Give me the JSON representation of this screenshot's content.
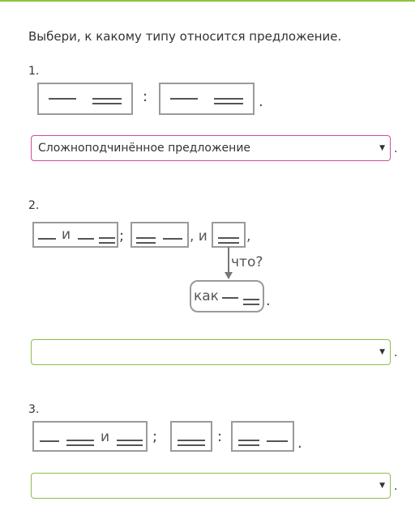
{
  "task": {
    "prompt": "Выбери, к какому типу относится предложение."
  },
  "items": [
    {
      "number": "1.",
      "selected_value": "Сложноподчинённое предложение",
      "period": ".",
      "colon": ":",
      "end_period": "."
    },
    {
      "number": "2.",
      "selected_value": "",
      "conj_i": "и",
      "semicolon": ";",
      "comma_i": ", и",
      "comma": ",",
      "question": "что?",
      "kak": "как",
      "end_period": ".",
      "period": "."
    },
    {
      "number": "3.",
      "selected_value": "",
      "conj_i": "и",
      "semicolon": ";",
      "colon": ":",
      "end_period": ".",
      "period": "."
    }
  ],
  "icons": {
    "dropdown": "chevron-down-icon",
    "arrow": "arrow-down-icon"
  },
  "colors": {
    "accent_bar": "#8ec63f",
    "select_active": "#c94f9c",
    "select_default": "#8cbd4b"
  }
}
